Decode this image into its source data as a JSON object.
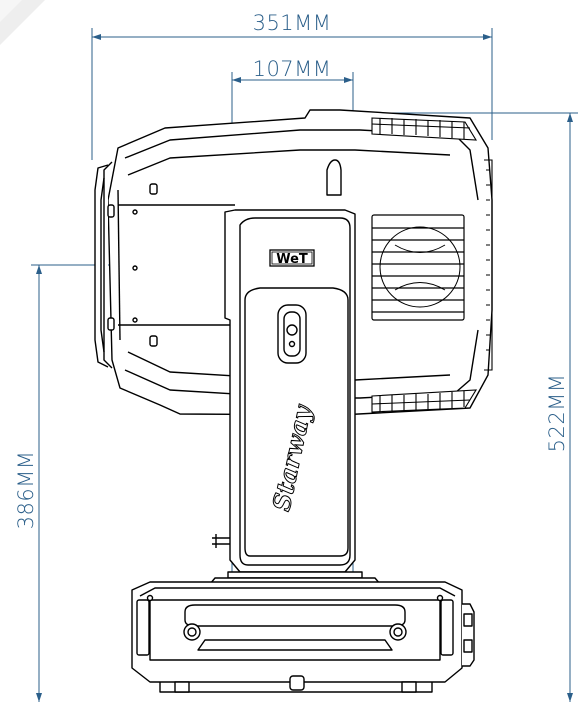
{
  "colors": {
    "outline": "#000000",
    "dimension": "#2b5f8a",
    "fill": "#ffffff",
    "corner_mark": "#e5e5e5"
  },
  "dimensions": {
    "overall_width": "351MM",
    "offset_width": "107MM",
    "base_height": "386MM",
    "total_height": "522MM"
  },
  "labels": {
    "logo": "WeT",
    "brand": "Starway"
  }
}
